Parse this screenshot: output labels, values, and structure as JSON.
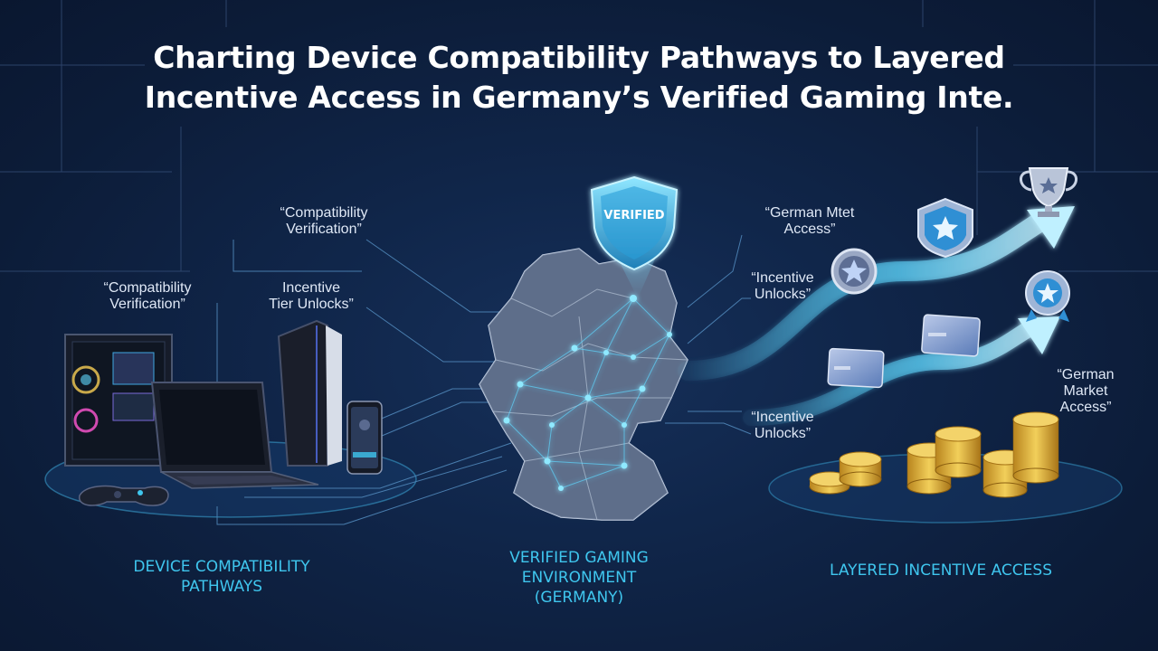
{
  "title": {
    "line1": "Charting Device Compatibility Pathways to Layered",
    "line2": "Incentive Access in Germany’s Verified Gaming Inte."
  },
  "badge": {
    "text": "VERIFIED",
    "icon": "shield-icon"
  },
  "labels": {
    "compat_top_l1": "“Compatibility",
    "compat_top_l2": "Verification”",
    "compat_left_l1": "“Compatibility",
    "compat_left_l2": "Verification”",
    "tier_l1": "Incentive",
    "tier_l2": "Tier Unlocks”",
    "mtet_l1": "“German Mtet",
    "mtet_l2": "Access”",
    "unlocks_top_l1": "“Incentive",
    "unlocks_top_l2": "Unlocks”",
    "unlocks_bottom_l1": "“Incentive",
    "unlocks_bottom_l2": "Unlocks”",
    "market_l1": "“German",
    "market_l2": "Market",
    "market_l3": "Access”"
  },
  "sections": {
    "devices_l1": "DEVICE COMPATIBILITY",
    "devices_l2": "PATHWAYS",
    "env_l1": "VERIFIED GAMING",
    "env_l2": "ENVIRONMENT",
    "env_l3": "(GERMANY)",
    "incentive_l1": "LAYERED INCENTIVE ACCESS"
  },
  "icons": [
    "pc-tower-icon",
    "laptop-icon",
    "console-icon",
    "smartphone-icon",
    "gamepad-icon",
    "germany-map-icon",
    "star-badge-icon",
    "medal-icon",
    "trophy-icon",
    "gift-card-icon",
    "coin-stack-icon",
    "arrow-up-right-icon"
  ],
  "colors": {
    "background": "#0d1d3a",
    "accent": "#3fc6ee",
    "glow": "#5fd8ff",
    "gold": "#e0b43a",
    "text": "#ffffff"
  }
}
